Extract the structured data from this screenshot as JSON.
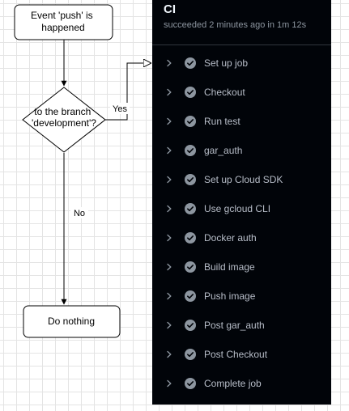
{
  "flowchart": {
    "start_node": {
      "lines": [
        "Event 'push' is",
        "happened"
      ]
    },
    "decision_node": {
      "lines": [
        "to the branch",
        "'development'?"
      ]
    },
    "end_node": {
      "label": "Do nothing"
    },
    "yes_label": "Yes",
    "no_label": "No"
  },
  "job_panel": {
    "title": "CI",
    "subtitle": "succeeded 2 minutes ago in 1m 12s",
    "background_color": "#010409",
    "success_icon_color": "#8d96a0",
    "steps": [
      {
        "label": "Set up job",
        "status": "success"
      },
      {
        "label": "Checkout",
        "status": "success"
      },
      {
        "label": "Run test",
        "status": "success"
      },
      {
        "label": "gar_auth",
        "status": "success"
      },
      {
        "label": "Set up Cloud SDK",
        "status": "success"
      },
      {
        "label": "Use gcloud CLI",
        "status": "success"
      },
      {
        "label": "Docker auth",
        "status": "success"
      },
      {
        "label": "Build image",
        "status": "success"
      },
      {
        "label": "Push image",
        "status": "success"
      },
      {
        "label": "Post gar_auth",
        "status": "success"
      },
      {
        "label": "Post Checkout",
        "status": "success"
      },
      {
        "label": "Complete job",
        "status": "success"
      }
    ]
  }
}
